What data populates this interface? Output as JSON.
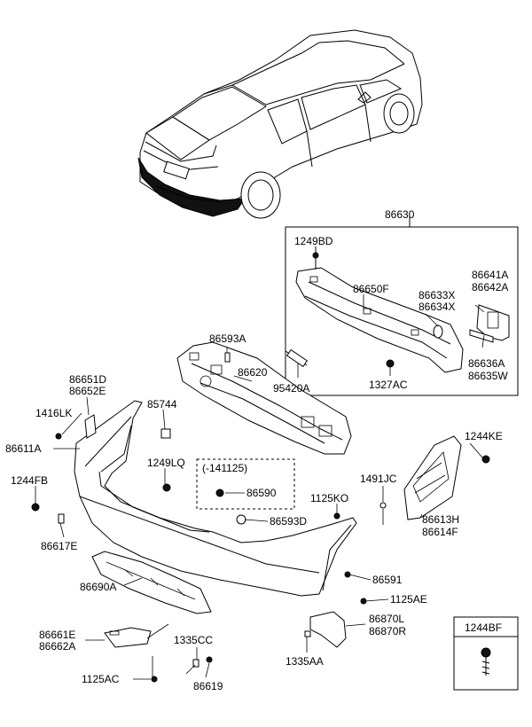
{
  "labels": {
    "p86630": "86630",
    "p1249BD": "1249BD",
    "p86650F": "86650F",
    "p86633X": "86633X",
    "p86634X": "86634X",
    "p86641A": "86641A",
    "p86642A": "86642A",
    "p86593A": "86593A",
    "p86620": "86620",
    "p95420A": "95420A",
    "p1327AC": "1327AC",
    "p86636A": "86636A",
    "p86635W": "86635W",
    "p86651D": "86651D",
    "p86652E": "86652E",
    "p1416LK": "1416LK",
    "p85744": "85744",
    "p86611A": "86611A",
    "p1249LQ": "1249LQ",
    "p1244FB": "1244FB",
    "p141125": "(-141125)",
    "p86590": "86590",
    "p1125KO": "1125KO",
    "p1491JC": "1491JC",
    "p1244KE": "1244KE",
    "p86593D": "86593D",
    "p86613H": "86613H",
    "p86614F": "86614F",
    "p86617E": "86617E",
    "p86591": "86591",
    "p86690A": "86690A",
    "p1125AE": "1125AE",
    "p86870L": "86870L",
    "p86870R": "86870R",
    "p86661E": "86661E",
    "p86662A": "86662A",
    "p1335CC": "1335CC",
    "p1125AC": "1125AC",
    "p86619": "86619",
    "p1335AA": "1335AA",
    "p1244BF": "1244BF"
  }
}
